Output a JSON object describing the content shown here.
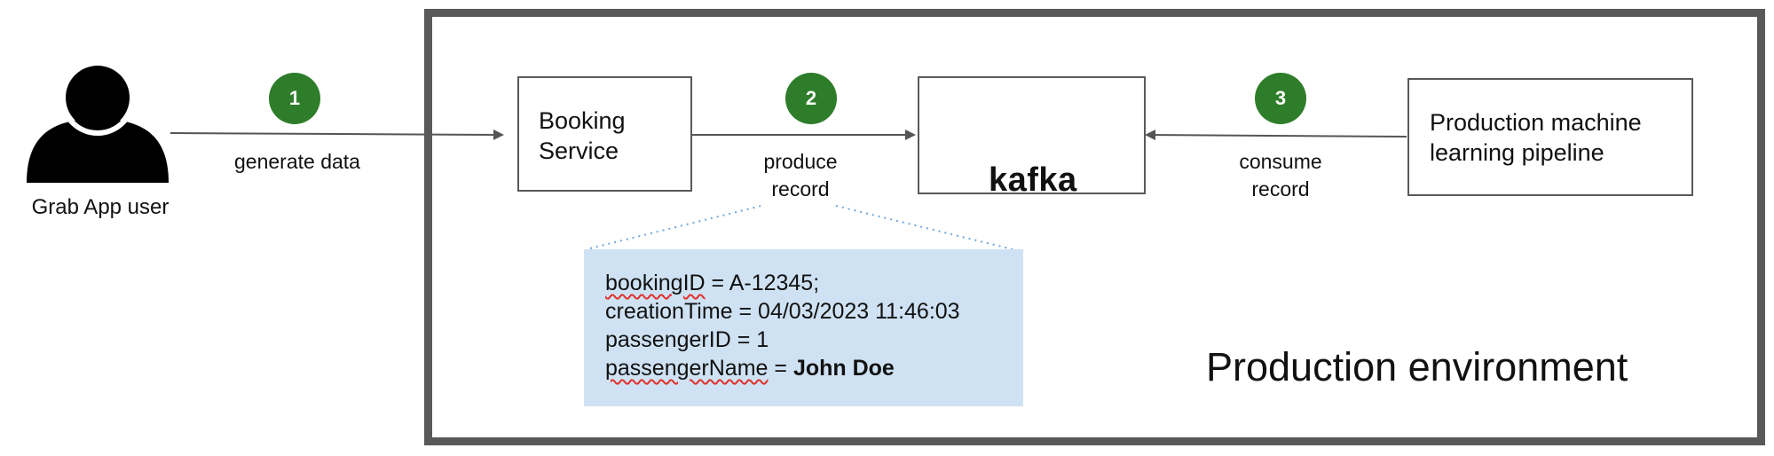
{
  "diagram": {
    "user": {
      "label": "Grab App user"
    },
    "booking_service": {
      "label_line1": "Booking",
      "label_line2": "Service"
    },
    "kafka": {
      "label": "kafka"
    },
    "ml_pipeline": {
      "label_line1": "Production machine",
      "label_line2": "learning pipeline"
    },
    "environment": {
      "label": "Production environment"
    },
    "steps": [
      {
        "number": "1",
        "label_line1": "generate data",
        "label_line2": ""
      },
      {
        "number": "2",
        "label_line1": "produce",
        "label_line2": "record"
      },
      {
        "number": "3",
        "label_line1": "consume",
        "label_line2": "record"
      }
    ],
    "record": {
      "booking_key": "bookingID",
      "booking_rest": " = A-12345;",
      "creation_line": "creationTime = 04/03/2023 11:46:03",
      "passenger_id_line": "passengerID = 1",
      "name_key": "passengerName",
      "name_eq": " = ",
      "name_value": "John Doe"
    }
  },
  "colors": {
    "step_green": "#2e7d2a",
    "record_bg": "#cfe2f3",
    "border_gray": "#595959",
    "dotted_blue": "#6fa8dc",
    "spellcheck_red": "#e0302a"
  }
}
